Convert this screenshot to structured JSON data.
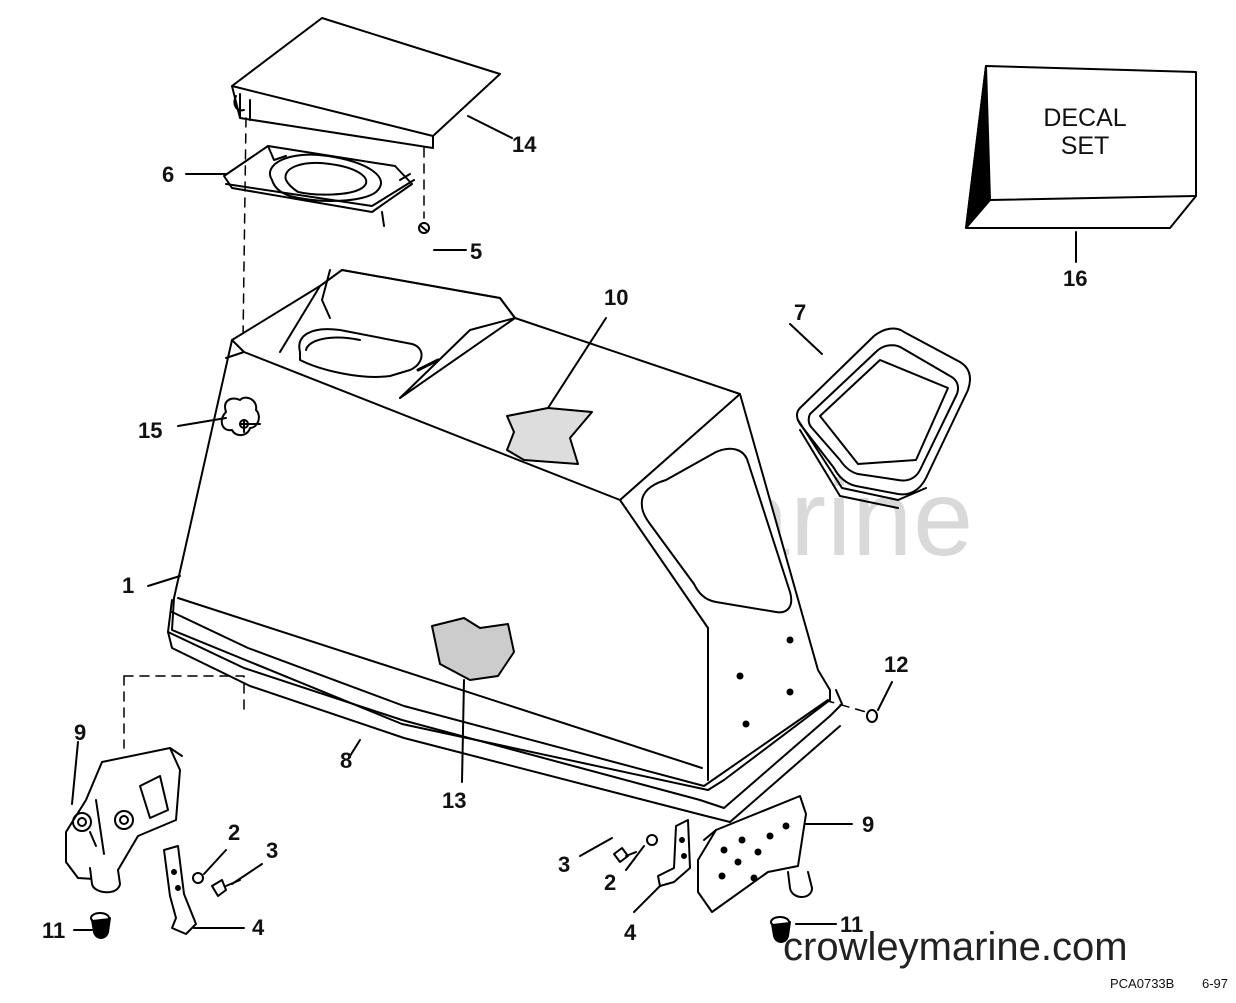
{
  "watermark": "Crowley Marine",
  "website": "crowleymarine.com",
  "drawing_code": "PCA0733B",
  "drawing_date": "6-97",
  "decal": {
    "line1": "DECAL",
    "line2": "SET"
  },
  "callouts": {
    "c1": "1",
    "c2a": "2",
    "c2b": "2",
    "c3a": "3",
    "c3b": "3",
    "c4a": "4",
    "c4b": "4",
    "c5": "5",
    "c6": "6",
    "c7": "7",
    "c8": "8",
    "c9a": "9",
    "c9b": "9",
    "c10": "10",
    "c11a": "11",
    "c11b": "11",
    "c12": "12",
    "c13": "13",
    "c14": "14",
    "c15": "15",
    "c16": "16"
  }
}
